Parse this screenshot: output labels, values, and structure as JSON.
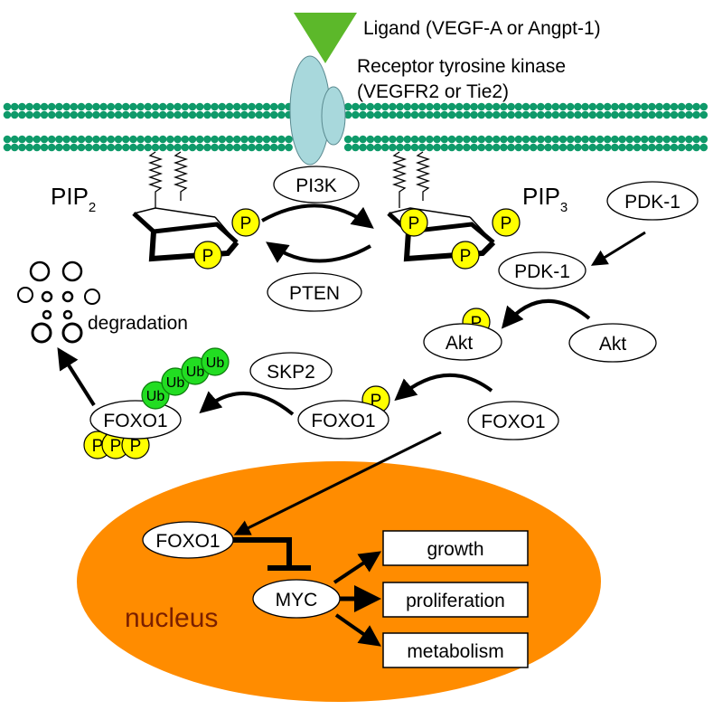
{
  "ligand": "Ligand (VEGF-A or Angpt-1)",
  "receptor": {
    "line1": "Receptor tyrosine kinase",
    "line2": "(VEGFR2 or Tie2)"
  },
  "pi3k": "PI3K",
  "pten": "PTEN",
  "pip2": {
    "base": "PIP",
    "sub": "2"
  },
  "pip3": {
    "base": "PIP",
    "sub": "3"
  },
  "pdk1_free": "PDK-1",
  "pdk1_bound": "PDK-1",
  "akt_p": "Akt",
  "akt": "Akt",
  "foxo1_p": "FOXO1",
  "foxo1": "FOXO1",
  "foxo1_ub": "FOXO1",
  "skp2": "SKP2",
  "degradation": "degradation",
  "phospho": "P",
  "ubiquitin": "Ub",
  "nucleus": {
    "label": "nucleus",
    "foxo1": "FOXO1",
    "myc": "MYC",
    "outcomes": [
      "growth",
      "proliferation",
      "metabolism"
    ]
  },
  "colors": {
    "membrane": "#0f9a6a",
    "receptor": "#a8d8dc",
    "ligand": "#5cb82a",
    "phospho": "#ffff00",
    "ubiquitin": "#22dd22",
    "nucleus": "#ff8c00"
  }
}
